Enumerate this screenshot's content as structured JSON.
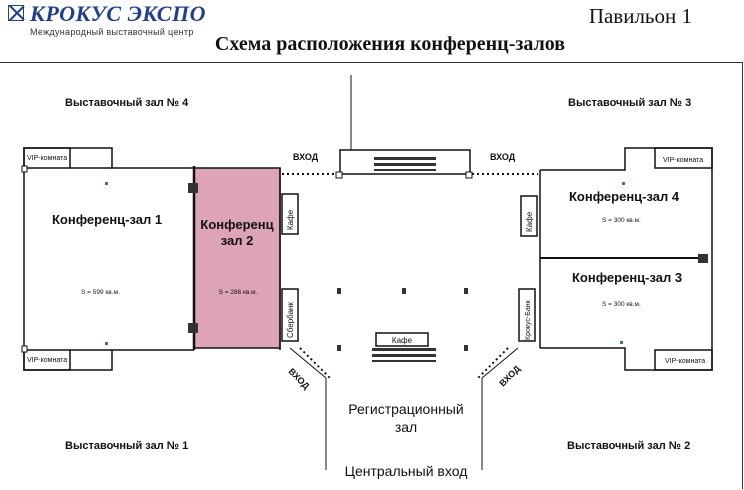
{
  "header": {
    "logo_text": "КРОКУС ЭКСПО",
    "logo_subtitle": "Международный выставочный центр",
    "pavilion": "Павильон 1",
    "title": "Схема расположения конференц-залов"
  },
  "exhibition_halls": {
    "hall4": "Выставочный зал № 4",
    "hall3": "Выставочный зал № 3",
    "hall1": "Выставочный зал № 1",
    "hall2": "Выставочный зал № 2"
  },
  "conference_halls": {
    "conf1": {
      "name": "Конференц-зал 1",
      "area": "S = 599 кв.м."
    },
    "conf2": {
      "name_line1": "Конференц",
      "name_line2": "зал 2",
      "area": "S = 286 кв.м."
    },
    "conf3": {
      "name": "Конференц-зал 3",
      "area": "S = 300 кв.м."
    },
    "conf4": {
      "name": "Конференц-зал 4",
      "area": "S = 300 кв.м."
    }
  },
  "rooms": {
    "vip": "VIP-комната",
    "cafe": "Кафе",
    "sberbank": "Сбербанк",
    "krokus_bank": "Крокус-Банк"
  },
  "entrances": {
    "entry": "ВХОД",
    "registration_line1": "Регистрационный",
    "registration_line2": "зал",
    "central_entrance": "Центральный вход"
  },
  "colors": {
    "logo_blue": "#1f3f8f",
    "conf2_fill": "#dda3b6",
    "line": "#111111"
  }
}
